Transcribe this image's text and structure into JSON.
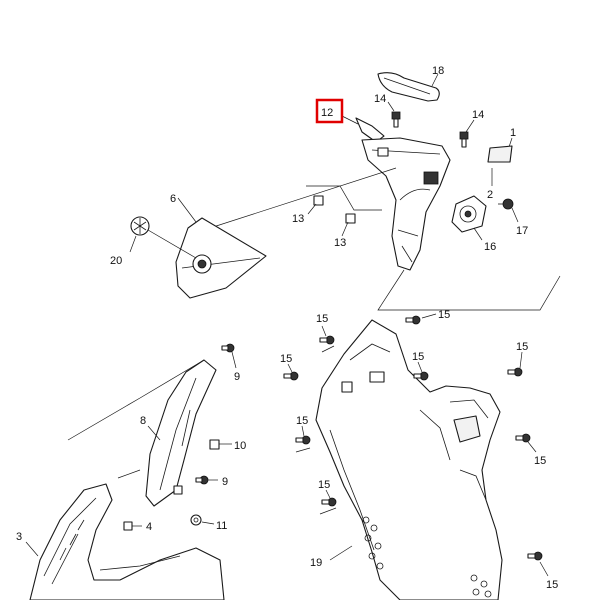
{
  "diagram": {
    "callouts": {
      "c1": "1",
      "c2": "2",
      "c3": "3",
      "c4": "4",
      "c6": "6",
      "c8": "8",
      "c9a": "9",
      "c9b": "9",
      "c10": "10",
      "c11": "11",
      "c12": "12",
      "c13a": "13",
      "c13b": "13",
      "c14a": "14",
      "c14b": "14",
      "c15a": "15",
      "c15b": "15",
      "c15c": "15",
      "c15d": "15",
      "c15e": "15",
      "c15f": "15",
      "c15g": "15",
      "c15h": "15",
      "c15i": "15",
      "c16": "16",
      "c17": "17",
      "c18": "18",
      "c19": "19",
      "c20": "20"
    },
    "highlight_color": "#e00000"
  }
}
